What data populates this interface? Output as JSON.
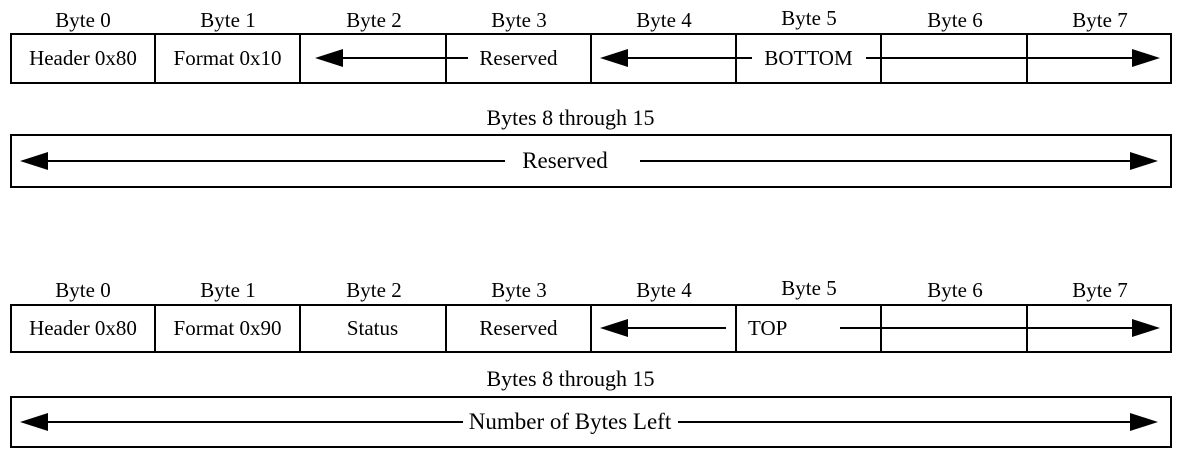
{
  "figure": {
    "ink_color": "#000000",
    "paper_color": "#ffffff",
    "icons": {
      "arrow_left": "field spans left (◀)",
      "arrow_right": "field spans right (▶)"
    }
  },
  "section1": {
    "byte_labels": [
      "Byte 0",
      "Byte 1",
      "Byte 2",
      "Byte 3",
      "Byte 4",
      "Byte 5",
      "Byte 6",
      "Byte 7"
    ],
    "fields": {
      "byte0": "Header 0x80",
      "byte1": "Format 0x10",
      "bytes2_3": "Reserved",
      "bytes4_7": "BOTTOM"
    },
    "caption": "Bytes 8 through 15",
    "wide_field": "Reserved"
  },
  "section2": {
    "byte_labels": [
      "Byte 0",
      "Byte 1",
      "Byte 2",
      "Byte 3",
      "Byte 4",
      "Byte 5",
      "Byte 6",
      "Byte 7"
    ],
    "fields": {
      "byte0": "Header 0x80",
      "byte1": "Format 0x90",
      "byte2": "Status",
      "byte3": "Reserved",
      "bytes4_7": "TOP"
    },
    "caption": "Bytes 8 through 15",
    "wide_field": "Number of Bytes Left"
  }
}
